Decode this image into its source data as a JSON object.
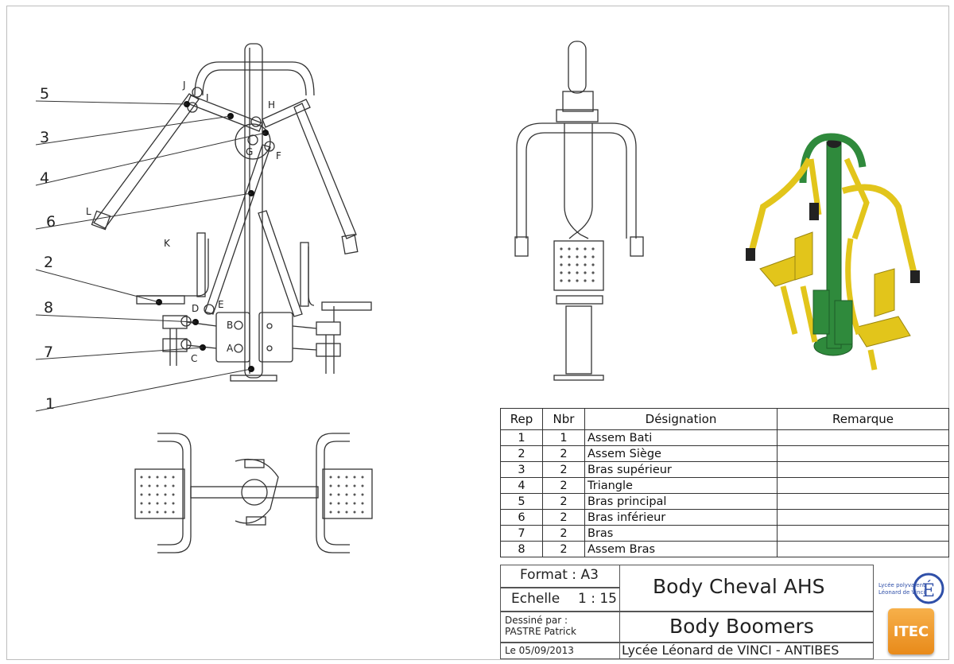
{
  "callouts": [
    "5",
    "3",
    "4",
    "6",
    "2",
    "8",
    "7",
    "1"
  ],
  "points": [
    "J",
    "I",
    "H",
    "G",
    "F",
    "L",
    "K",
    "D",
    "E",
    "B",
    "A",
    "C"
  ],
  "bom": {
    "headers": [
      "Rep",
      "Nbr",
      "Désignation",
      "Remarque"
    ],
    "rows": [
      {
        "rep": "1",
        "nbr": "1",
        "designation": "Assem Bati",
        "remarque": ""
      },
      {
        "rep": "2",
        "nbr": "2",
        "designation": "Assem Siège",
        "remarque": ""
      },
      {
        "rep": "3",
        "nbr": "2",
        "designation": "Bras supérieur",
        "remarque": ""
      },
      {
        "rep": "4",
        "nbr": "2",
        "designation": "Triangle",
        "remarque": ""
      },
      {
        "rep": "5",
        "nbr": "2",
        "designation": "Bras principal",
        "remarque": ""
      },
      {
        "rep": "6",
        "nbr": "2",
        "designation": "Bras inférieur",
        "remarque": ""
      },
      {
        "rep": "7",
        "nbr": "2",
        "designation": "Bras",
        "remarque": ""
      },
      {
        "rep": "8",
        "nbr": "2",
        "designation": "Assem Bras",
        "remarque": ""
      }
    ]
  },
  "title_block": {
    "format": "Format : A3",
    "echelle_label": "Echelle",
    "echelle_value": "1 : 15",
    "dessine_label": "Dessiné par :",
    "dessine_name": "PASTRE Patrick",
    "date": "Le 05/09/2013",
    "title": "Body Cheval AHS",
    "subtitle": "Body Boomers",
    "school": "Lycée Léonard de VINCI - ANTIBES",
    "logo_school_line1": "Lycée polyvalent",
    "logo_school_line2": "Léonard de Vinci",
    "logo_itec": "ITEC"
  },
  "colors": {
    "frame_3d": "#2f8a3c",
    "arms_3d": "#e2c51b",
    "line": "#333333"
  }
}
